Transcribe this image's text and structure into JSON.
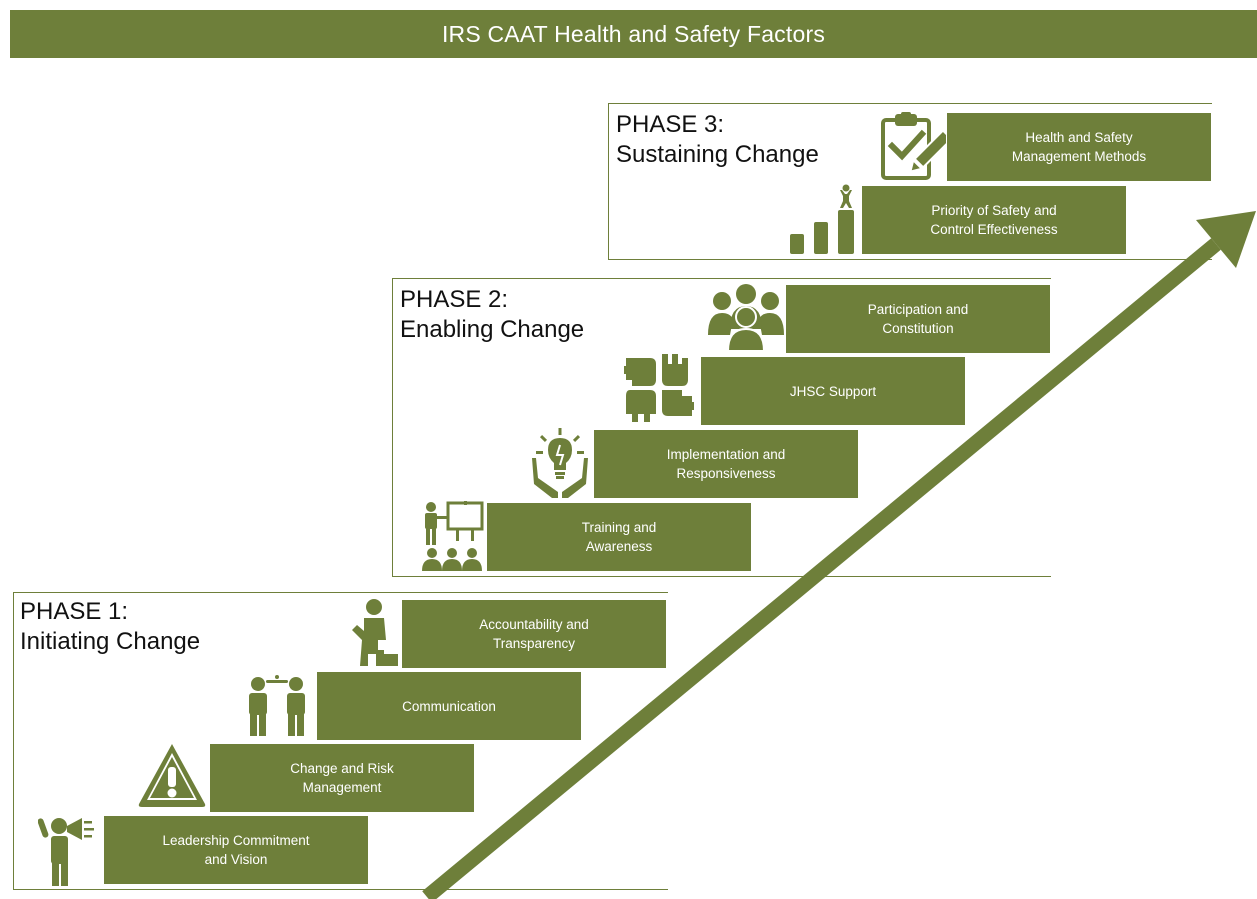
{
  "title": "IRS CAAT Health and Safety Factors",
  "colors": {
    "accent": "#6e7f3a",
    "background": "#ffffff",
    "text": "#111111"
  },
  "phases": [
    {
      "label": "PHASE 1:",
      "name": "Initiating Change",
      "steps": [
        {
          "label": "Leadership Commitment\nand Vision",
          "icon": "megaphone-person-icon"
        },
        {
          "label": "Change and Risk\nManagement",
          "icon": "warning-triangle-icon"
        },
        {
          "label": "Communication",
          "icon": "people-talking-icon"
        },
        {
          "label": "Accountability and\nTransparency",
          "icon": "person-on-step-icon"
        }
      ]
    },
    {
      "label": "PHASE 2:",
      "name": "Enabling Change",
      "steps": [
        {
          "label": "Training and\nAwareness",
          "icon": "presentation-icon"
        },
        {
          "label": "Implementation and\nResponsiveness",
          "icon": "lightbulb-hands-icon"
        },
        {
          "label": "JHSC Support",
          "icon": "four-hands-icon"
        },
        {
          "label": "Participation and\nConstitution",
          "icon": "group-icon"
        }
      ]
    },
    {
      "label": "PHASE 3:",
      "name": "Sustaining Change",
      "steps": [
        {
          "label": "Priority of Safety and\nControl Effectiveness",
          "icon": "bar-growth-person-icon"
        },
        {
          "label": "Health and Safety\nManagement Methods",
          "icon": "clipboard-check-icon"
        }
      ]
    }
  ]
}
